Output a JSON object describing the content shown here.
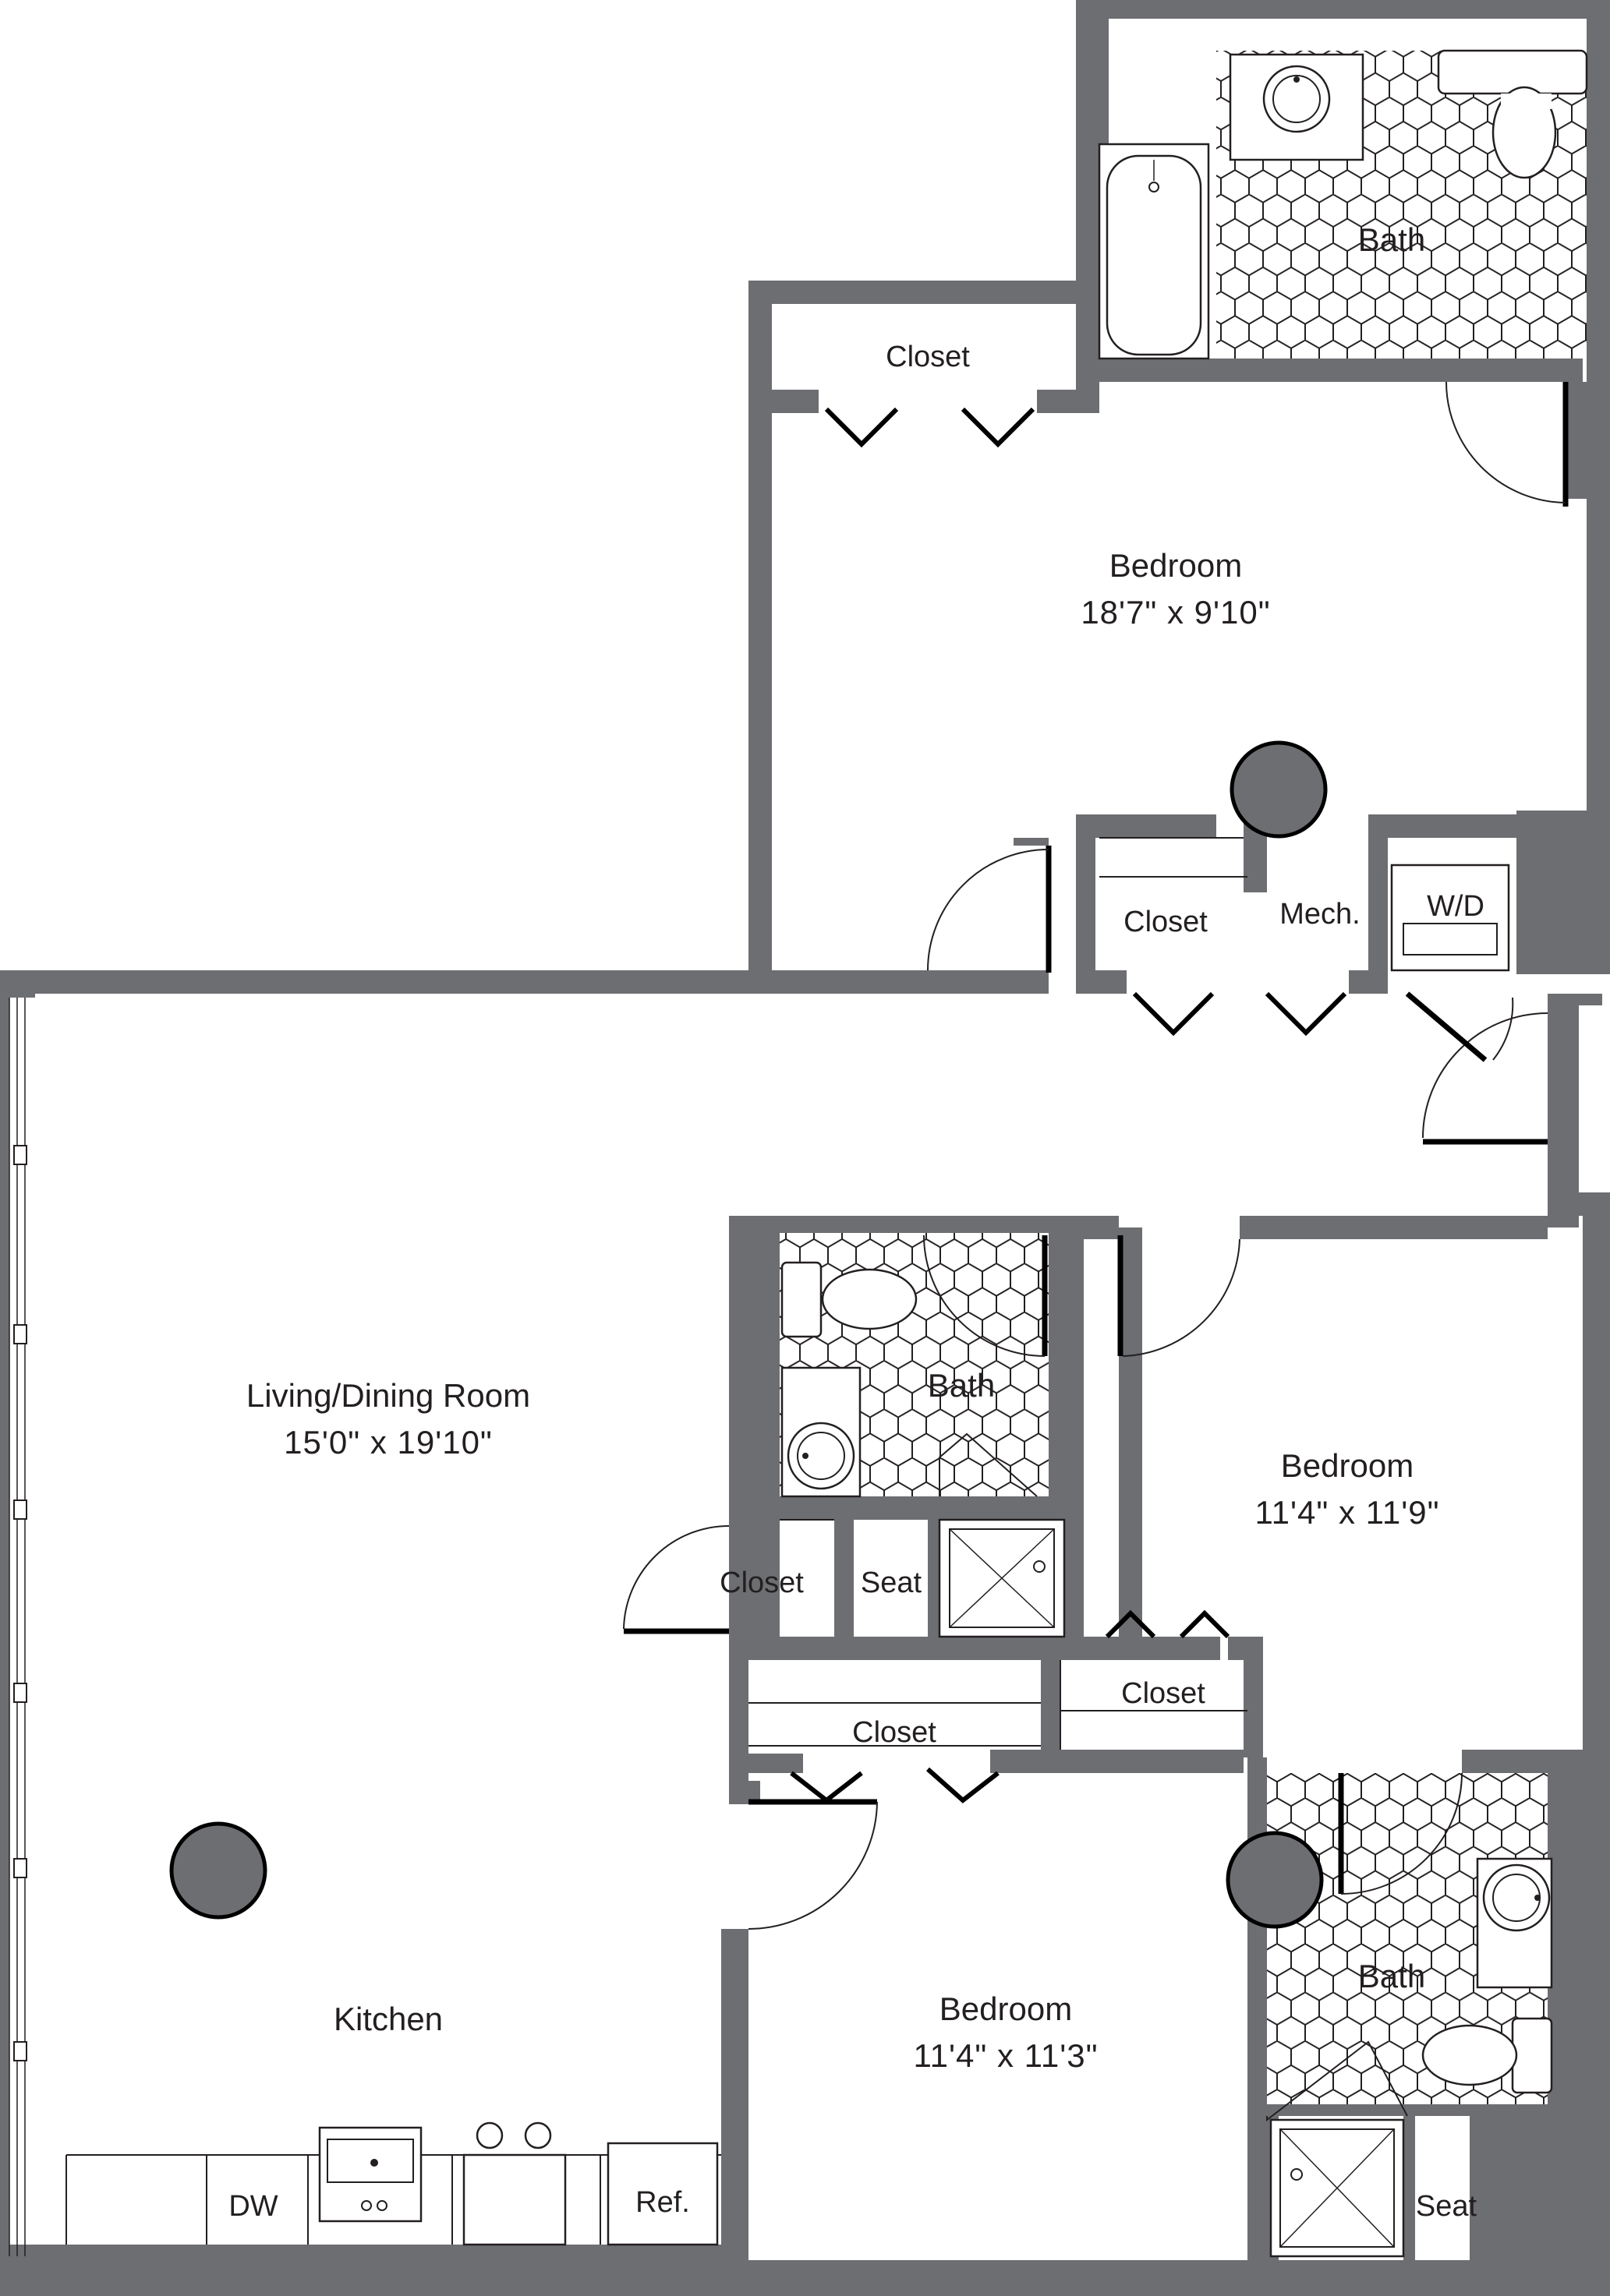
{
  "colors": {
    "wall": "#6d6e71",
    "tile_stroke": "#231f20",
    "background": "#ffffff"
  },
  "rooms": {
    "bath_top": {
      "name": "Bath"
    },
    "closet_top": {
      "name": "Closet"
    },
    "bedroom_main": {
      "name": "Bedroom",
      "dims": "18'7\" x 9'10\""
    },
    "closet_hall": {
      "name": "Closet"
    },
    "mech": {
      "name": "Mech."
    },
    "wd": {
      "name": "W/D"
    },
    "living": {
      "name": "Living/Dining Room",
      "dims": "15'0\" x 19'10\""
    },
    "bath_mid": {
      "name": "Bath"
    },
    "closet_mid": {
      "name": "Closet"
    },
    "seat_mid": {
      "name": "Seat"
    },
    "bedroom_right": {
      "name": "Bedroom",
      "dims": "11'4\" x 11'9\""
    },
    "closet_right": {
      "name": "Closet"
    },
    "closet_lower": {
      "name": "Closet"
    },
    "kitchen": {
      "name": "Kitchen"
    },
    "bedroom_lower": {
      "name": "Bedroom",
      "dims": "11'4\" x 11'3\""
    },
    "bath_lower": {
      "name": "Bath"
    },
    "seat_lower": {
      "name": "Seat"
    }
  },
  "appliances": {
    "dishwasher": "DW",
    "refrigerator": "Ref."
  },
  "icons": [
    "sink-icon",
    "toilet-icon",
    "bathtub-icon",
    "shower-icon",
    "stove-icon",
    "column-icon",
    "door-swing-icon",
    "bifold-door-icon",
    "window-icon"
  ]
}
